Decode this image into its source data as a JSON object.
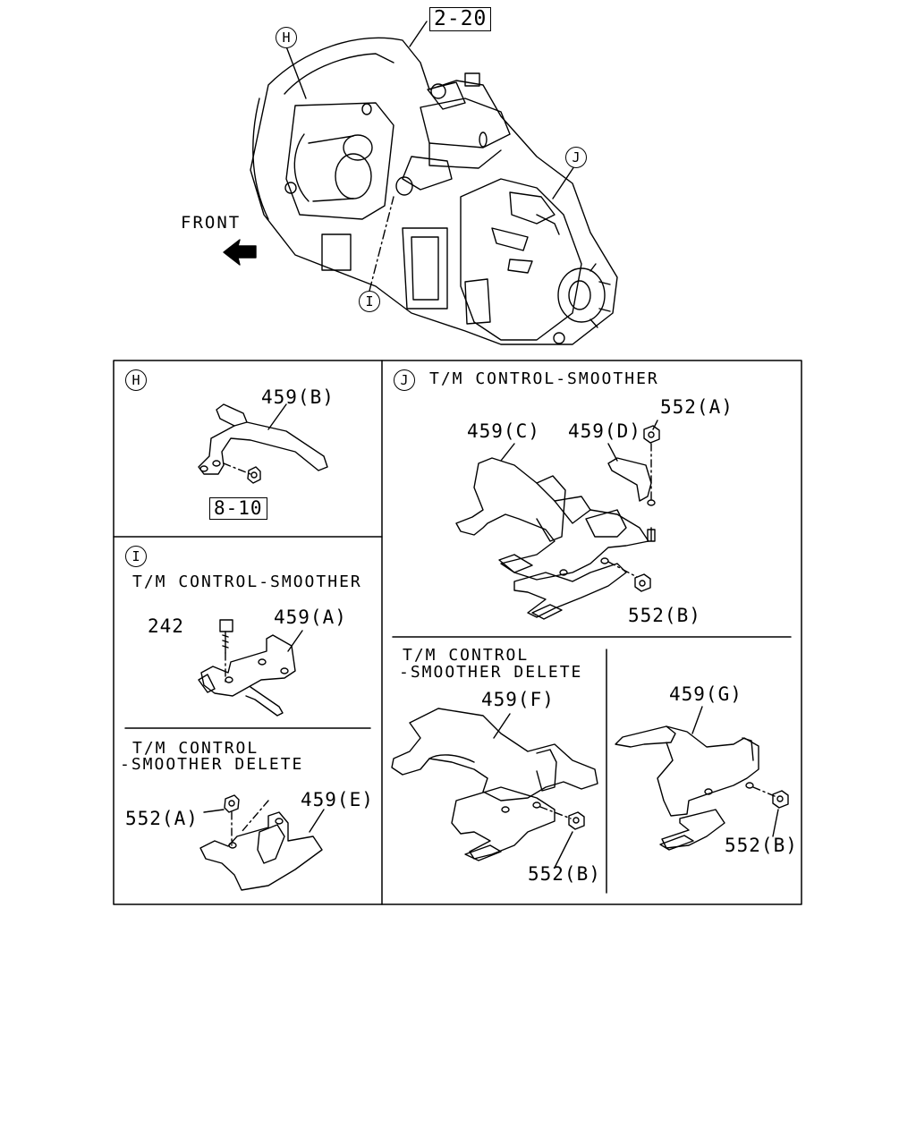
{
  "top": {
    "ref_box": "2-20",
    "front_label": "FRONT",
    "callouts": [
      "H",
      "J",
      "I"
    ]
  },
  "panels": {
    "H": {
      "letter": "H",
      "parts": [
        "459(B)",
        "8-10"
      ]
    },
    "I": {
      "letter": "I",
      "title": "T/M CONTROL-SMOOTHER",
      "parts": [
        "242",
        "459(A)"
      ],
      "delete_title_1": "T/M CONTROL",
      "delete_title_2": "-SMOOTHER DELETE",
      "delete_parts": [
        "552(A)",
        "459(E)"
      ]
    },
    "J": {
      "letter": "J",
      "title": "T/M CONTROL-SMOOTHER",
      "parts": [
        "459(C)",
        "459(D)",
        "552(A)",
        "552(B)"
      ],
      "delete_title_1": "T/M CONTROL",
      "delete_title_2": "-SMOOTHER DELETE",
      "delete_parts": [
        "459(F)",
        "552(B)"
      ],
      "alt_parts": [
        "459(G)",
        "552(B)"
      ]
    }
  }
}
